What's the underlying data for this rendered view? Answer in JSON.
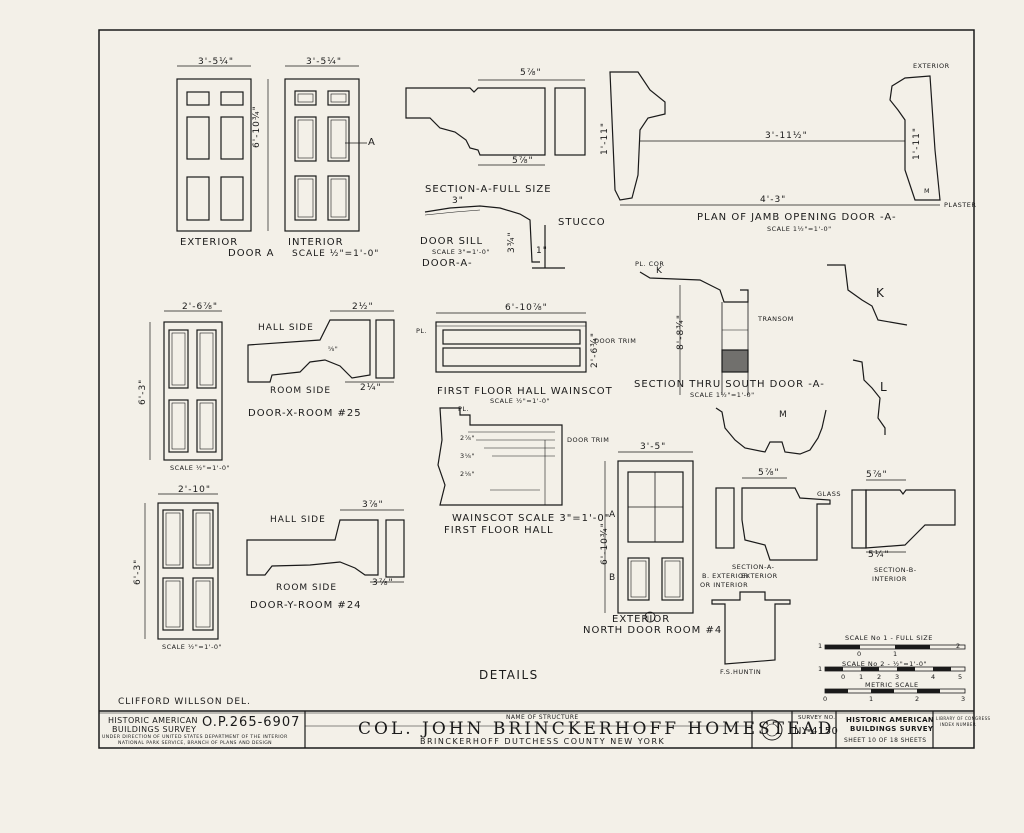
{
  "door_a": {
    "width_exterior": "3'-5¼\"",
    "width_interior": "3'-5¼\"",
    "height": "6'-10¾\"",
    "callout": "A",
    "label_exterior": "EXTERIOR",
    "label_interior": "INTERIOR",
    "label_door": "DOOR A",
    "scale": "SCALE ½\"=1'-0\""
  },
  "section_a": {
    "dim_top": "5⅞\"",
    "dim_bottom": "5⅞\"",
    "label": "SECTION-A-FULL SIZE"
  },
  "door_sill": {
    "label": "DOOR SILL",
    "scale": "SCALE 3\"=1'-0\"",
    "sub": "DOOR-A-",
    "stucco": "STUCCO",
    "dim_a": "3\"",
    "dim_b": "3¾\"",
    "dim_c": "1\""
  },
  "jamb_plan": {
    "exterior": "EXTERIOR",
    "dim_inner": "3'-11½\"",
    "dim_outer": "4'-3\"",
    "dim_left": "1'-11\"",
    "dim_right": "1'-11\"",
    "m": "M",
    "plaster": "PLASTER",
    "label": "PLAN OF JAMB OPENING DOOR -A-",
    "scale": "SCALE 1½\"=1'-0\""
  },
  "door_x": {
    "width": "2'-6⅞\"",
    "height": "6'-3\"",
    "scale": "SCALE ½\"=1'-0\"",
    "hall_side": "HALL SIDE",
    "room_side": "ROOM SIDE",
    "dim_top": "2½\"",
    "dim_bottom": "2¼\"",
    "dim_mid": "⅝\"",
    "label": "DOOR-X-ROOM #25"
  },
  "wainscot_elev": {
    "dim_width": "6'-10⅞\"",
    "dim_height": "2'-6¾\"",
    "pl": "PL.",
    "door_trim": "DOOR TRIM",
    "label": "FIRST FLOOR HALL WAINSCOT",
    "scale": "SCALE ½\"=1'-0\""
  },
  "south_door": {
    "pl_cor": "PL. COR",
    "k": "K",
    "dim_height": "8'-8¾\"",
    "transom": "TRANSOM",
    "label": "SECTION THRU SOUTH DOOR -A-",
    "scale": "SCALE 1½\"=1'-0\""
  },
  "moldings": {
    "k": "K",
    "l": "L",
    "m": "M"
  },
  "wainscot_section": {
    "pl": "PL.",
    "door_trim": "DOOR TRIM",
    "dim_a": "2⅞\"",
    "dim_b": "3⅛\"",
    "dim_c": "2⅛\"",
    "label": "WAINSCOT SCALE 3\"=1'-0\"",
    "sub": "FIRST FLOOR HALL"
  },
  "door_y": {
    "width": "2'-10\"",
    "height": "6'-3\"",
    "scale": "SCALE ½\"=1'-0\"",
    "hall_side": "HALL SIDE",
    "room_side": "ROOM SIDE",
    "dim_top": "3⅞\"",
    "dim_bottom": "3⅞\"",
    "label": "DOOR-Y-ROOM #24"
  },
  "north_door": {
    "width": "3'-5\"",
    "height": "6'-10¾\"",
    "a": "A",
    "b": "B",
    "label_exterior": "EXTERIOR",
    "label": "NORTH DOOR ROOM #4",
    "circle": "J"
  },
  "section_a2": {
    "dim": "5⅞\"",
    "glass": "GLASS",
    "label": "SECTION-A-",
    "sub": "EXTERIOR",
    "b_ext": "B. EXTERIOR",
    "b_int": "OR INTERIOR"
  },
  "section_b": {
    "dim_top": "5⅞\"",
    "dim_bottom": "5¼\"",
    "label": "SECTION-B-",
    "sub": "INTERIOR"
  },
  "fs_huntin": "F.S.HUNTIN",
  "scales": {
    "s1": "SCALE No 1 - FULL SIZE",
    "s1_ticks": [
      "1",
      "0",
      "1",
      "2"
    ],
    "s2": "SCALE No 2 - ½\"=1'-0\"",
    "s2_ticks": [
      "1",
      "0",
      "1",
      "2",
      "3",
      "4",
      "5"
    ],
    "metric": "METRIC SCALE",
    "metric_ticks": [
      "0",
      "1",
      "2",
      "3"
    ]
  },
  "details": "DETAILS",
  "delineator": "CLIFFORD WILLSON DEL.",
  "title_block": {
    "habs_line1": "HISTORIC AMERICAN",
    "habs_line2": "BUILDINGS SURVEY",
    "op_number": "O.P.265-6907",
    "agency1": "UNDER DIRECTION OF UNITED STATES DEPARTMENT OF THE INTERIOR",
    "agency2": "NATIONAL PARK SERVICE, BRANCH OF PLANS AND DESIGN",
    "name_caption": "NAME OF STRUCTURE",
    "name": "COL. JOHN BRINCKERHOFF HOMESTEAD",
    "location": "BRINCKERHOFF   DUTCHESS   COUNTY   NEW YORK",
    "survey_caption": "SURVEY NO.",
    "survey_number": "NY-4150",
    "right_line1": "HISTORIC AMERICAN",
    "right_line2": "BUILDINGS SURVEY",
    "sheet": "SHEET 10 OF 18 SHEETS",
    "lib1": "LIBRARY OF CONGRESS",
    "lib2": "INDEX NUMBER"
  }
}
